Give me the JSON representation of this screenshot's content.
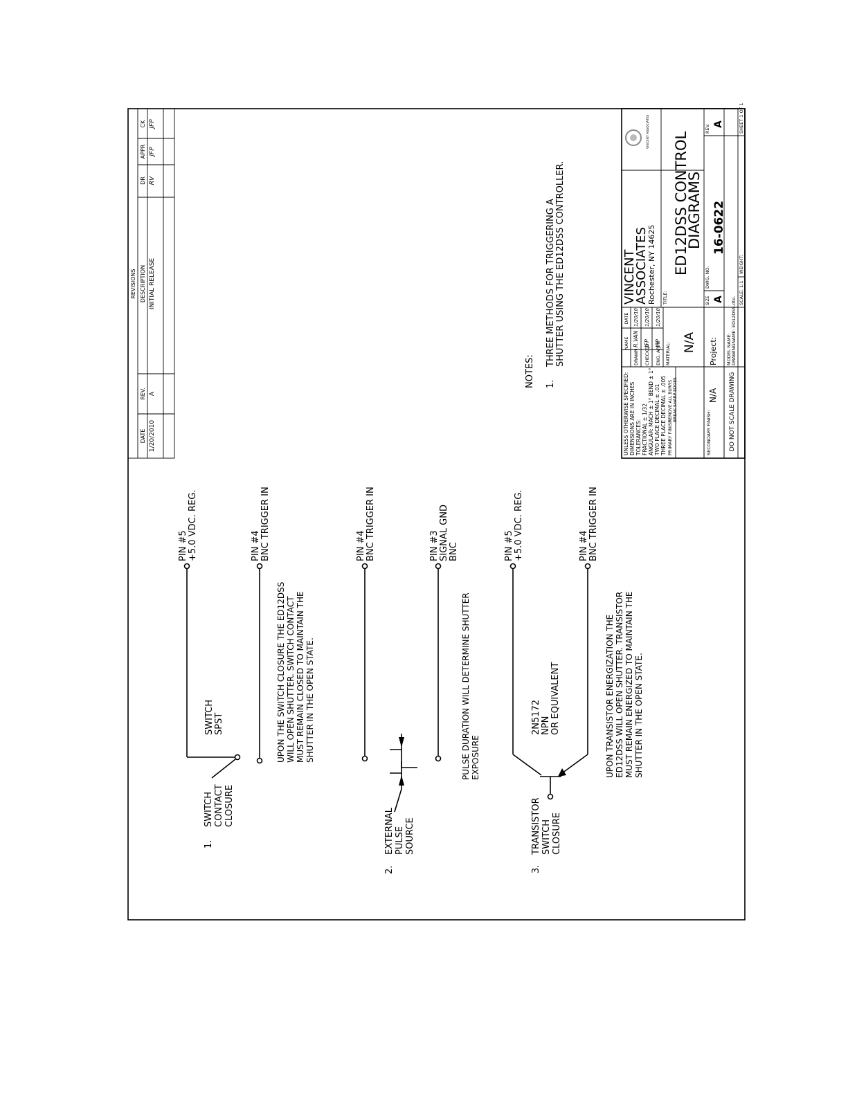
{
  "revisions": {
    "header": "REVISIONS",
    "col_date": "DATE",
    "col_rev": "REV.",
    "col_description": "DESCRIPTION",
    "col_dr": "DR",
    "col_appr": "APPR",
    "col_ck": "CK",
    "rows": [
      {
        "date": "1/20/2010",
        "rev": "A",
        "description": "INITIAL RELEASE",
        "dr": "RV",
        "appr": "JFP",
        "ck": "JFP"
      }
    ]
  },
  "diagrams": [
    {
      "number": "1.",
      "title_lines": [
        "SWITCH",
        "CONTACT",
        "CLOSURE"
      ],
      "component_lines": [
        "SWITCH",
        "SPST"
      ],
      "pin_a_lines": [
        "PIN #5",
        "+5.0 VDC. REG."
      ],
      "pin_b_lines": [
        "PIN #4",
        "BNC TRIGGER IN"
      ],
      "note_lines": [
        "UPON THE SWITCH CLOSURE THE ED12DSS",
        "WILL OPEN SHUTTER. SWITCH CONTACT",
        "MUST REMAIN CLOSED TO MAINTAIN THE",
        "SHUTTER IN THE OPEN STATE."
      ]
    },
    {
      "number": "2.",
      "title_lines": [
        "EXTERNAL",
        "PULSE",
        "SOURCE"
      ],
      "pin_a_lines": [
        "PIN #4",
        "BNC TRIGGER IN"
      ],
      "pin_b_lines": [
        "PIN #3",
        "SIGNAL GND",
        "BNC"
      ],
      "note_lines": [
        "PULSE DURATION WILL DETERMINE SHUTTER",
        "EXPOSURE"
      ]
    },
    {
      "number": "3.",
      "title_lines": [
        "TRANSISTOR",
        "SWITCH",
        "CLOSURE"
      ],
      "component_lines": [
        "2N5172",
        "NPN",
        "OR EQUIVALENT"
      ],
      "pin_a_lines": [
        "PIN #5",
        "+5.0 VDC. REG."
      ],
      "pin_b_lines": [
        "PIN #4",
        "BNC TRIGGER IN"
      ],
      "note_lines": [
        "UPON TRANSISTOR ENERGIZATION THE",
        "ED12DSS WILL OPEN SHUTTER. TRANSISTOR",
        "MUST REMAIN ENERGIZED TO MAINTAIN THE",
        "SHUTTER IN THE OPEN STATE."
      ]
    }
  ],
  "notes": {
    "heading": "NOTES:",
    "items": [
      {
        "number": "1.",
        "lines": [
          "THREE METHODS FOR TRIGGERING A",
          "SHUTTER USING THE ED12DSS CONTROLLER."
        ]
      }
    ]
  },
  "title_block": {
    "tolerance_lines": [
      "UNLESS OTHERWISE SPECIFIED:",
      "DIMENSIONS ARE IN INCHES",
      "TOLERANCES:",
      "FRACTIONAL ± 1/32",
      "ANGULAR: MACH ± 1°   BEND ± 1°",
      "TWO PLACE DECIMAL   ± .01",
      "THREE PLACE DECIMAL   ± .005"
    ],
    "primary_finish_label": "PRIMARY FINISH:",
    "primary_finish_lines": [
      "REMOVE ALL BURRS",
      "BREAK SHARP EDGES"
    ],
    "secondary_finish_label": "SECONDARY FINISH:",
    "secondary_finish_value": "N/A",
    "do_not_scale": "DO NOT SCALE DRAWING",
    "col_name": "NAME",
    "col_date": "DATE",
    "signoffs": [
      {
        "role": "DRAWN",
        "name": "R.VAN",
        "date": "1/20/10"
      },
      {
        "role": "CHECKED",
        "name": "JFP",
        "date": "1/20/10"
      },
      {
        "role": "ENG. APPR",
        "name": "JFP",
        "date": "1/20/10"
      }
    ],
    "material_label": "MATERIAL:",
    "material_value": "N/A",
    "project_label": "Project:",
    "model_name_label": "MODEL NAME:",
    "drawing_name": "DRAWINGNAME: ED12DSS.dto.",
    "company_lines": [
      "VINCENT",
      "ASSOCIATES"
    ],
    "company_city": "Rochester, NY 14625",
    "logo_text": "VINCENT ASSOCIATES",
    "title_label": "TITLE:",
    "title_lines": [
      "ED12DSS CONTROL",
      "DIAGRAMS"
    ],
    "size_label": "SIZE",
    "size_value": "A",
    "dwg_no_label": "DWG. NO.",
    "dwg_no": "16-0622",
    "rev_label": "REV.",
    "rev_value": "A",
    "scale": "SCALE: 1:1",
    "weight": "WEIGHT:",
    "sheet": "SHEET 1 OF 1"
  }
}
